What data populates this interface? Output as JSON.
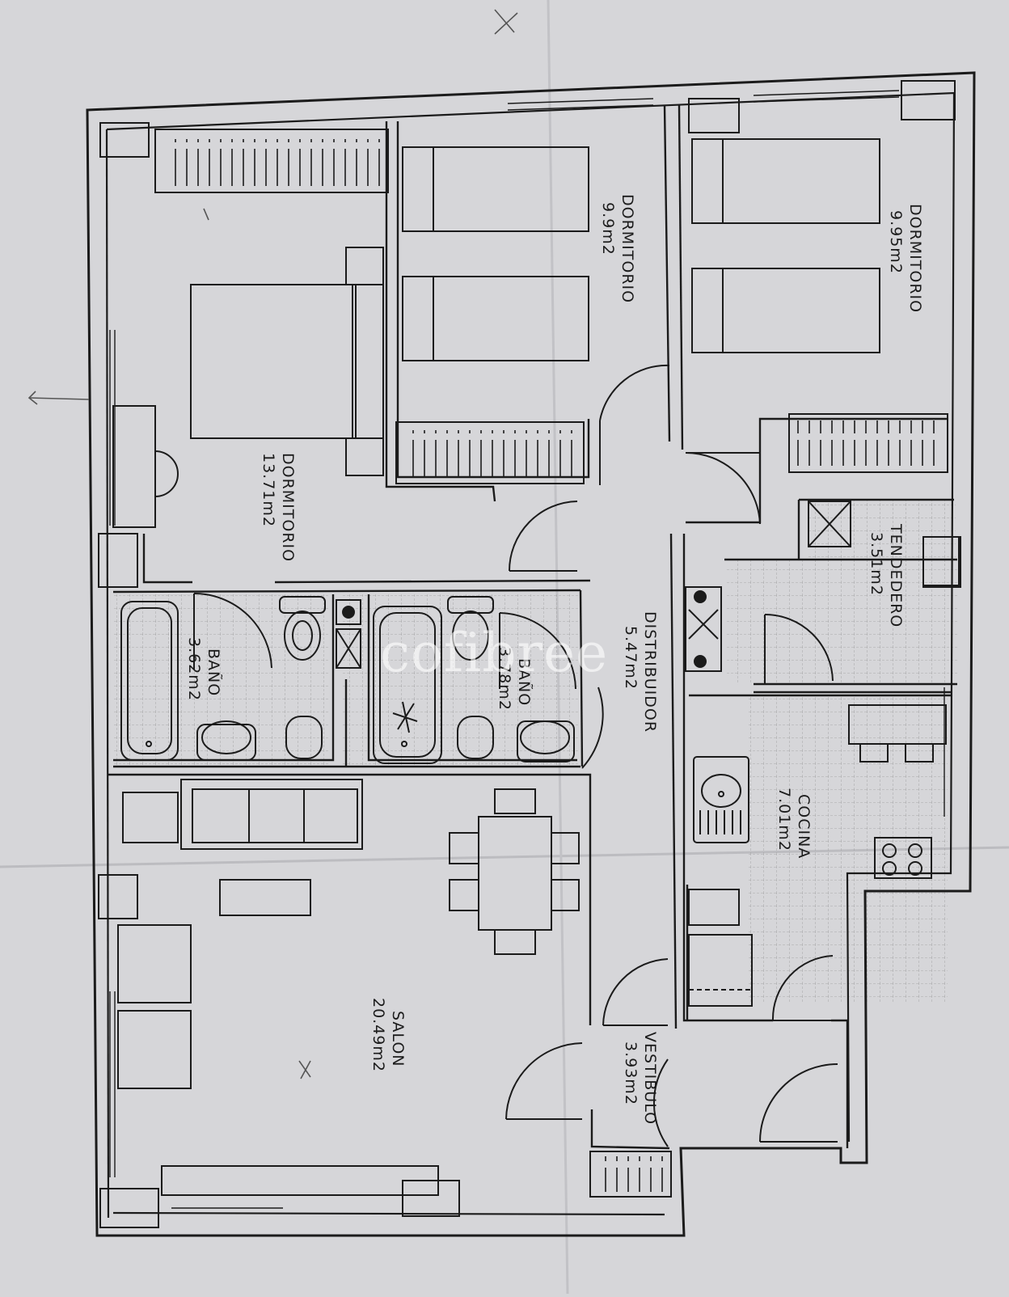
{
  "watermark": "cofibree",
  "colors": {
    "paper": "#d6d6d9",
    "ink": "#1b1b1b",
    "grid": "#9a9a9a"
  },
  "rooms": {
    "dormitorio_master": {
      "name": "DORMITORIO",
      "area": "13.71m2"
    },
    "dormitorio_middle": {
      "name": "DORMITORIO",
      "area": "9.9m2"
    },
    "dormitorio_right": {
      "name": "DORMITORIO",
      "area": "9.95m2"
    },
    "bano_1": {
      "name": "BAÑO",
      "area": "3.62m2"
    },
    "bano_2": {
      "name": "BAÑO",
      "area": "3.78m2"
    },
    "distribuidor": {
      "name": "DISTRIBUIDOR",
      "area": "5.47m2"
    },
    "tendedero": {
      "name": "TENDEDERO",
      "area": "3.51m2"
    },
    "cocina": {
      "name": "COCINA",
      "area": "7.01m2"
    },
    "salon": {
      "name": "SALON",
      "area": "20.49m2"
    },
    "vestibulo": {
      "name": "VESTIBULO",
      "area": "3.93m2"
    }
  }
}
